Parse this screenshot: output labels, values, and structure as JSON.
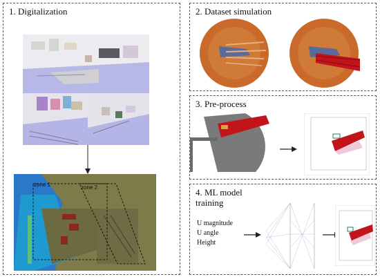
{
  "panels": {
    "digitalization": {
      "title": "1. Digitalization",
      "zone1": "zone 1",
      "zone2": "zone 2"
    },
    "dataset": {
      "title": "2. Dataset simulation"
    },
    "preprocess": {
      "title": "3. Pre-process"
    },
    "ml": {
      "title": "4. ML model\ntraining",
      "inputs": [
        "U magnitude",
        "U angle",
        "Height"
      ]
    }
  },
  "colors": {
    "flow_orange": "#c96a2a",
    "flow_red": "#c2141b",
    "port_gray": "#7a7a7a",
    "map_olive": "#7e7a4a",
    "water_blue": "#2b78c8",
    "arrow": "#222222"
  }
}
